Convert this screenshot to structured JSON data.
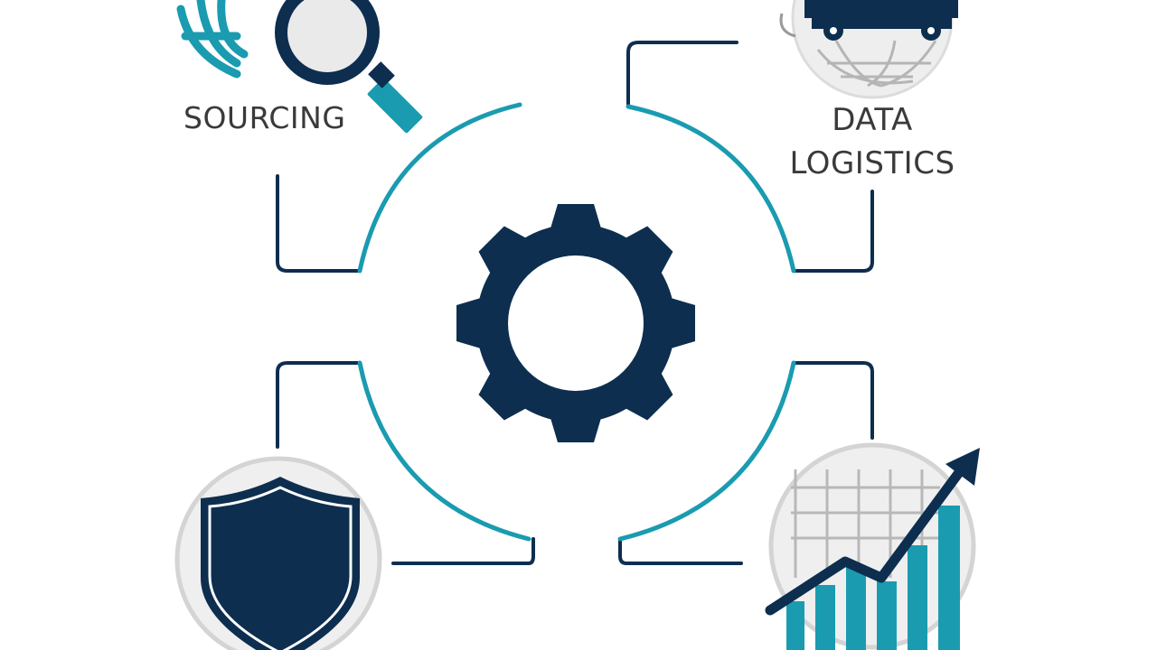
{
  "labels": {
    "sourcing": "SOURCING",
    "logistics_line1": "DATA",
    "logistics_line2": "LOGISTICS"
  },
  "icons": {
    "center": "gear-icon",
    "top_left": "globe-magnifier-icon",
    "top_right": "truck-globe-icon",
    "bottom_left": "shield-icon",
    "bottom_right": "growth-chart-icon"
  },
  "colors": {
    "navy": "#0d2e4f",
    "teal": "#1a9bb0",
    "gray": "#d4d4d4",
    "background": "#ffffff"
  }
}
